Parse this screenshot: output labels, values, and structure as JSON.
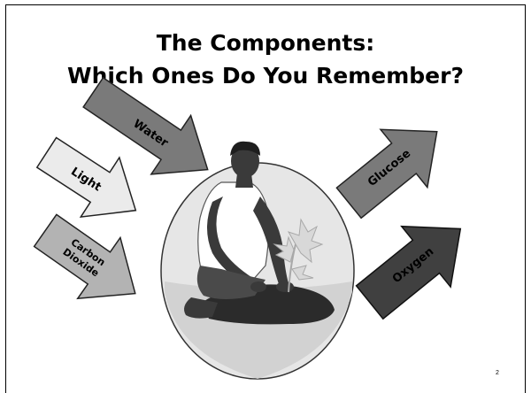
{
  "slide": {
    "title_line1": "The Components:",
    "title_line2": "Which Ones Do You Remember?",
    "page_number": "2"
  },
  "inputs": {
    "water": "Water",
    "light": "Light",
    "carbon_dioxide_line1": "Carbon",
    "carbon_dioxide_line2": "Dioxide"
  },
  "outputs": {
    "glucose": "Glucose",
    "oxygen": "Oxygen"
  },
  "colors": {
    "water_arrow": "#7a7a7a",
    "light_arrow": "#ebebeb",
    "carbon_dioxide_arrow": "#b3b3b3",
    "glucose_arrow": "#7a7a7a",
    "oxygen_arrow": "#404040",
    "oval_background": "#e6e6e6",
    "figure_skin": "#3a3a3a",
    "figure_shirt": "#ffffff",
    "soil": "#2b2b2b",
    "plant": "#d8d8d8"
  }
}
